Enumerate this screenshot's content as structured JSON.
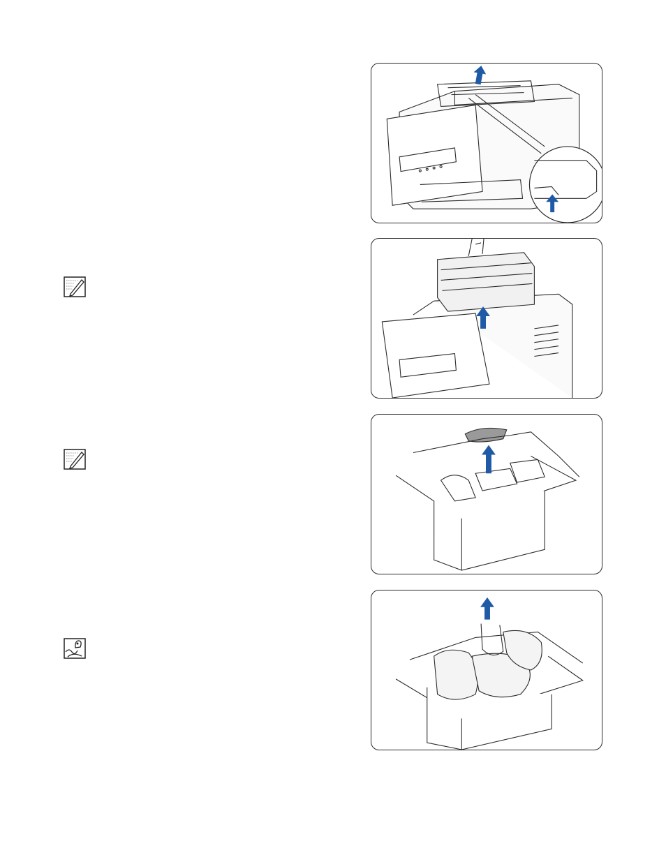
{
  "page": {
    "steps": [
      {
        "figure": "remove-drum-lock-illustration"
      },
      {
        "figure": "lift-drum-cartridge-illustration",
        "icon": "note-icon"
      },
      {
        "figure": "box-packing-removal-illustration",
        "icon": "note-icon"
      },
      {
        "figure": "box-lift-out-illustration",
        "icon": "caution-icon"
      }
    ]
  },
  "colors": {
    "arrow": "#1f5aa6",
    "line": "#2a2a2a"
  }
}
